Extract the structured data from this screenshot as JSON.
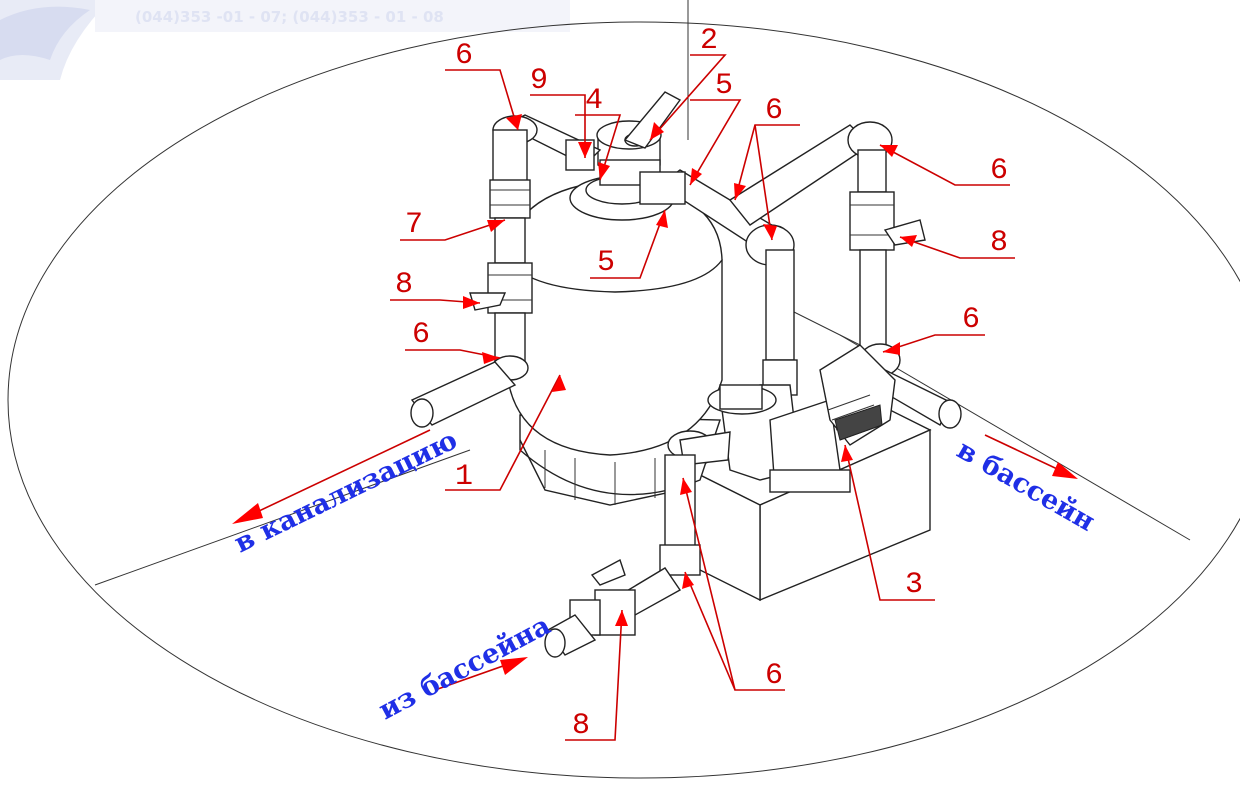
{
  "header_text": "(044)353 -01 - 07; (044)353 - 01 - 08",
  "part_numbers": [
    "1",
    "2",
    "3",
    "4",
    "5",
    "5",
    "6",
    "6",
    "6",
    "6",
    "6",
    "6",
    "7",
    "8",
    "8",
    "8",
    "9"
  ],
  "flow_labels": {
    "to_sewer": "в канализацию",
    "to_pool": "в бассейн",
    "from_pool": "из бассейна"
  },
  "colors": {
    "leader": "#cc0000",
    "arrow": "#ff0000",
    "flow_text": "#1f2fe6",
    "drawing": "#222222"
  }
}
